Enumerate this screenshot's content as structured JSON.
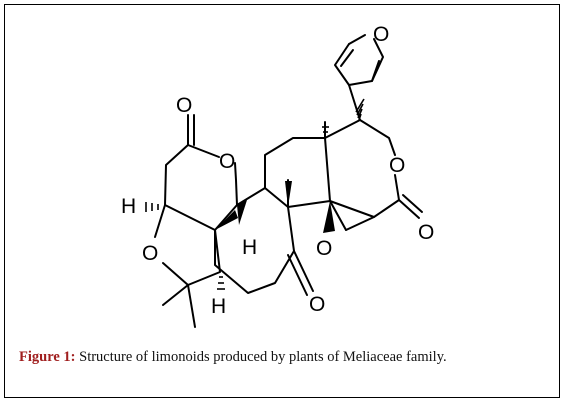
{
  "figure": {
    "label": "Figure 1:",
    "caption": "Structure of limonoids produced by plants of Meliaceae family."
  },
  "structure": {
    "atoms": {
      "o_furan": "O",
      "o_lactone_ring": "O",
      "o_lactone_carbonyl": "O",
      "o_top_carbonyl": "O",
      "o_ring_a": "O",
      "o_ketone": "O",
      "o_epoxide": "O",
      "o_thf": "O",
      "h_left": "H",
      "h_center": "H",
      "h_bottom": "H"
    }
  }
}
